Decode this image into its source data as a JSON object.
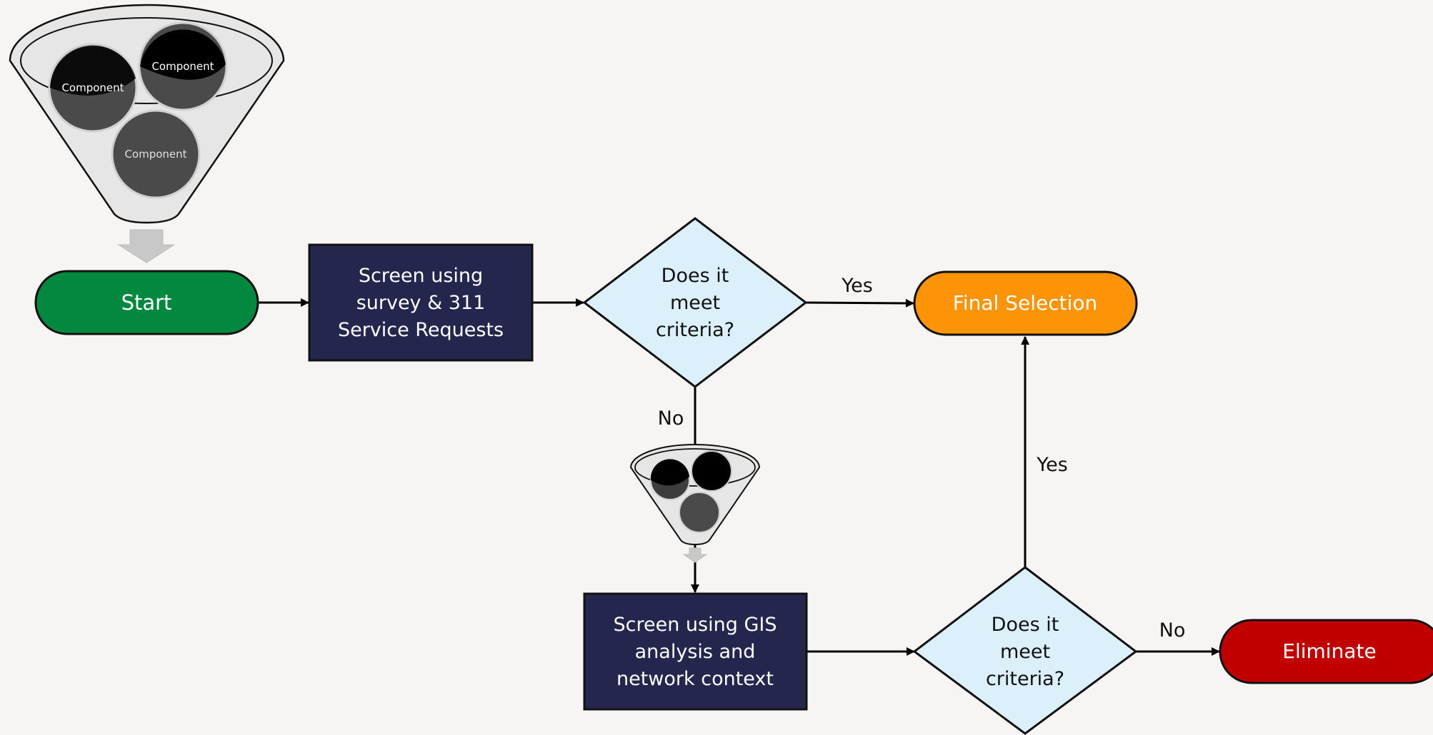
{
  "colors": {
    "background": "#f6f5f3",
    "start": "#03893f",
    "process": "#24264d",
    "decision": "#dcf0fb",
    "final": "#fd9408",
    "eliminate": "#c00000",
    "line": "#000000",
    "funnel_body": "#e6e6e6",
    "ball_dark": "#000000",
    "ball_gray": "#4a4a4a"
  },
  "funnel_large": {
    "components": [
      "Component",
      "Component",
      "Component"
    ]
  },
  "nodes": {
    "start": "Start",
    "screen_survey": [
      "Screen using",
      "survey & 311",
      "Service Requests"
    ],
    "decision1": [
      "Does it",
      "meet",
      "criteria?"
    ],
    "final_selection": "Final Selection",
    "screen_gis": [
      "Screen using GIS",
      "analysis and",
      "network context"
    ],
    "decision2": [
      "Does it",
      "meet",
      "criteria?"
    ],
    "eliminate": "Eliminate"
  },
  "edges": {
    "d1_yes": "Yes",
    "d1_no": "No",
    "d2_yes": "Yes",
    "d2_no": "No"
  }
}
